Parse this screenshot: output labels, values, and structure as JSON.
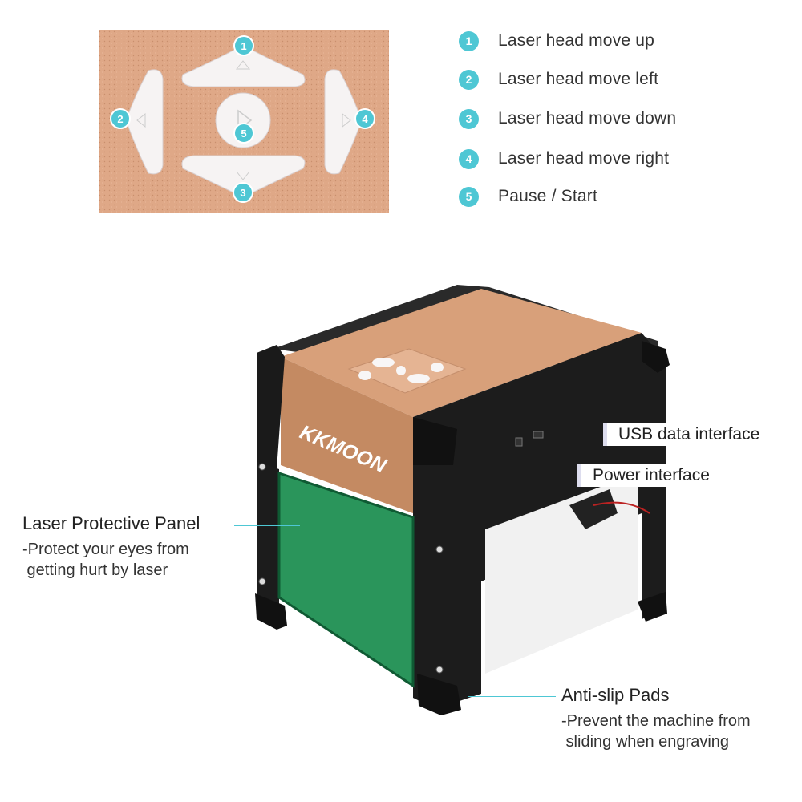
{
  "legend": [
    {
      "num": "1",
      "text": "Laser head move up"
    },
    {
      "num": "2",
      "text": "Laser head move left"
    },
    {
      "num": "3",
      "text": "Laser head move down"
    },
    {
      "num": "4",
      "text": "Laser head move right"
    },
    {
      "num": "5",
      "text": "Pause / Start"
    }
  ],
  "panel_badges": [
    "1",
    "2",
    "3",
    "4",
    "5"
  ],
  "brand": "KKMOON",
  "callouts": {
    "usb": "USB data interface",
    "power": "Power interface",
    "panel_title": "Laser Protective Panel",
    "panel_desc_1": "-Protect your eyes from",
    "panel_desc_2": " getting hurt by laser",
    "pads_title": "Anti-slip Pads",
    "pads_desc_1": "-Prevent the machine from",
    "pads_desc_2": " sliding when engraving"
  },
  "colors": {
    "accent": "#4ec7d4",
    "panel_gold": "#d9a582",
    "frame_black": "#1c1c1c",
    "shield_green": "#1f8f52"
  }
}
